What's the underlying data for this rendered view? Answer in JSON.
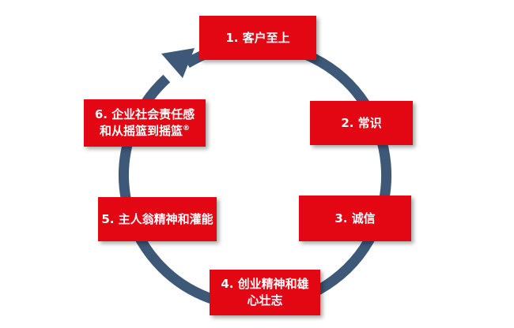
{
  "colors": {
    "box_fill": "#e30613",
    "box_text": "#ffffff",
    "ring": "#3e5877"
  },
  "steps": [
    {
      "lines": [
        "1. 客户至上"
      ]
    },
    {
      "lines": [
        "2. 常识"
      ]
    },
    {
      "lines": [
        "3. 诚信"
      ]
    },
    {
      "lines": [
        "4. 创业精神和雄",
        "心壮志"
      ]
    },
    {
      "lines": [
        "5. 主人翁精神和灌能"
      ]
    },
    {
      "lines": [
        "6. 企业社会责任感",
        "和从摇篮到摇篮"
      ],
      "superscript": "®"
    }
  ]
}
